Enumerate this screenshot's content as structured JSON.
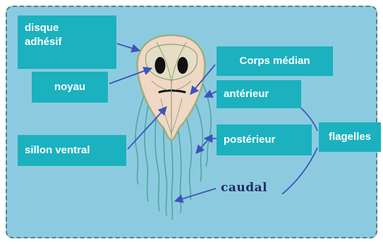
{
  "labels": {
    "disque_adhesif": "disque\nadhésif",
    "noyau": "noyau",
    "corps_median": "Corps médian",
    "anterieur": "antérieur",
    "posterieur": "postérieur",
    "flagelles": "flagelles",
    "sillon_ventral": "sillon ventral",
    "caudal": "caudal"
  },
  "colors": {
    "panel_background": "#8ccbdf",
    "label_box": "#1bb1bf",
    "label_text": "#ffffff",
    "arrow": "#3b55b8",
    "cell_fill": "#f1d7c6",
    "cell_outline": "#9ab07a",
    "flagella": "#4fa6a0",
    "nucleus": "#111111"
  }
}
